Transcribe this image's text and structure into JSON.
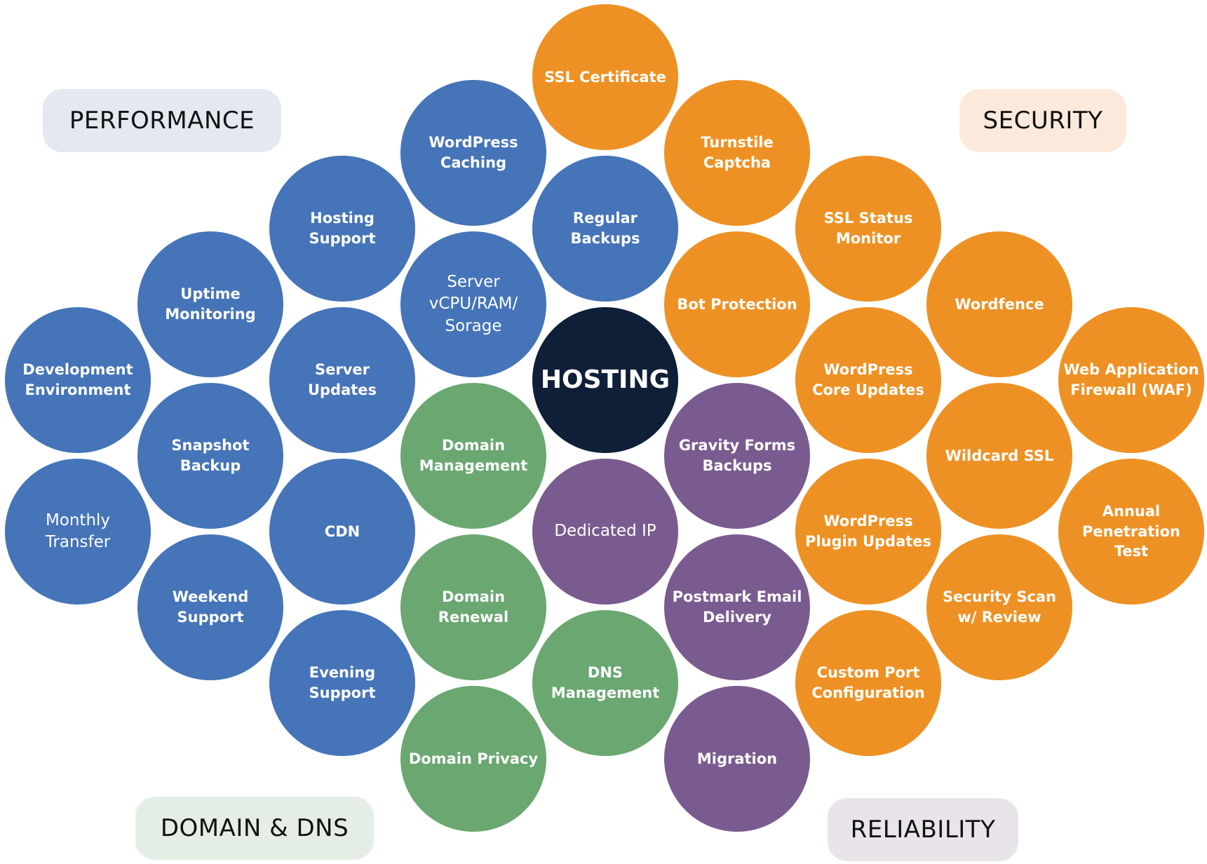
{
  "colors": {
    "performance": "#4574b8",
    "security": "#ee9124",
    "domain_dns": "#6aa771",
    "reliability": "#7a5b8f",
    "hosting": "#0f1f38",
    "performance_label_bg": "#e3e8f1",
    "security_label_bg": "#fbeadb",
    "domain_dns_label_bg": "#e5eee5",
    "reliability_label_bg": "#e8e4ea"
  },
  "categories": {
    "performance": "PERFORMANCE",
    "security": "SECURITY",
    "domain_dns": "DOMAIN & DNS",
    "reliability": "RELIABILITY"
  },
  "center": {
    "label": "HOSTING"
  },
  "nodes": [
    {
      "label": "SSL Certificate",
      "group": "security"
    },
    {
      "label": "WordPress\nCaching",
      "group": "performance"
    },
    {
      "label": "Turnstile\nCaptcha",
      "group": "security"
    },
    {
      "label": "Hosting\nSupport",
      "group": "performance"
    },
    {
      "label": "Regular\nBackups",
      "group": "performance"
    },
    {
      "label": "SSL Status\nMonitor",
      "group": "security"
    },
    {
      "label": "Uptime\nMonitoring",
      "group": "performance"
    },
    {
      "label": "Server\nvCPU/RAM/\nSorage",
      "group": "performance"
    },
    {
      "label": "Bot Protection",
      "group": "security"
    },
    {
      "label": "Wordfence",
      "group": "security"
    },
    {
      "label": "Development\nEnvironment",
      "group": "performance"
    },
    {
      "label": "Server\nUpdates",
      "group": "performance"
    },
    {
      "label": "WordPress\nCore Updates",
      "group": "security"
    },
    {
      "label": "Web Application\nFirewall (WAF)",
      "group": "security"
    },
    {
      "label": "Snapshot\nBackup",
      "group": "performance"
    },
    {
      "label": "Domain\nManagement",
      "group": "domain_dns"
    },
    {
      "label": "Gravity Forms\nBackups",
      "group": "reliability"
    },
    {
      "label": "Wildcard SSL",
      "group": "security"
    },
    {
      "label": "Monthly\nTransfer",
      "group": "performance"
    },
    {
      "label": "CDN",
      "group": "performance"
    },
    {
      "label": "Dedicated IP",
      "group": "reliability"
    },
    {
      "label": "WordPress\nPlugin Updates",
      "group": "security"
    },
    {
      "label": "Annual\nPenetration\nTest",
      "group": "security"
    },
    {
      "label": "Weekend\nSupport",
      "group": "performance"
    },
    {
      "label": "Domain Renewal",
      "group": "domain_dns"
    },
    {
      "label": "Postmark Email\nDelivery",
      "group": "reliability"
    },
    {
      "label": "Security Scan\nw/ Review",
      "group": "security"
    },
    {
      "label": "Evening\nSupport",
      "group": "performance"
    },
    {
      "label": "DNS\nManagement",
      "group": "domain_dns"
    },
    {
      "label": "Custom Port\nConfiguration",
      "group": "security"
    },
    {
      "label": "Domain Privacy",
      "group": "domain_dns"
    },
    {
      "label": "Migration",
      "group": "reliability"
    }
  ]
}
